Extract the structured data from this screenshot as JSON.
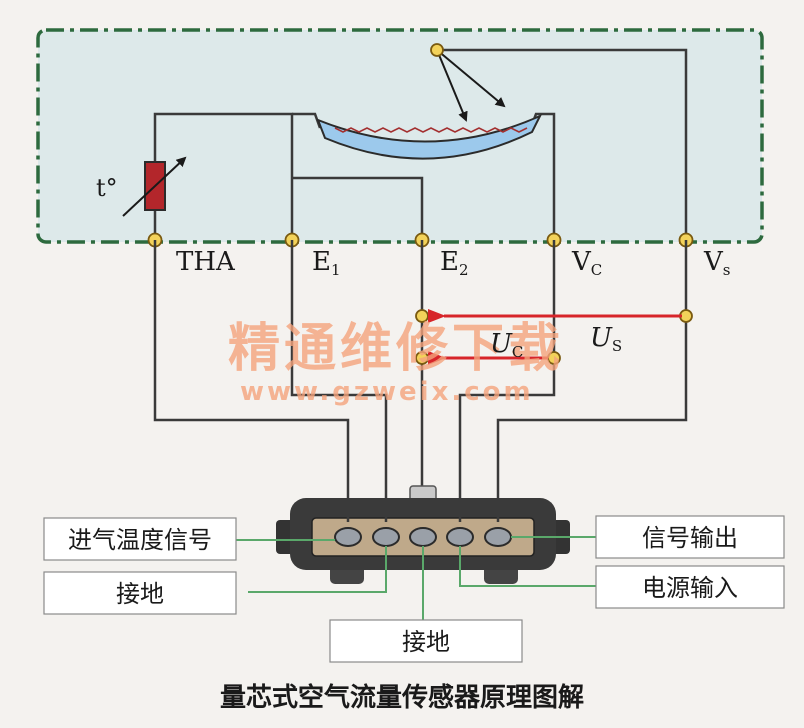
{
  "caption": "量芯式空气流量传感器原理图解",
  "watermark": {
    "text": "精通维修下载",
    "url": "www.gzweix.com"
  },
  "thermistor_label": "t°",
  "terminals": {
    "tha": "THA",
    "e1": {
      "base": "E",
      "sub": "1"
    },
    "e2": {
      "base": "E",
      "sub": "2"
    },
    "vc": {
      "base": "V",
      "sub": "C"
    },
    "vs": {
      "base": "V",
      "sub": "s"
    }
  },
  "voltages": {
    "uc": {
      "base": "U",
      "sub": "C"
    },
    "us": {
      "base": "U",
      "sub": "S"
    }
  },
  "connector_labels": {
    "intake_temp_signal": "进气温度信号",
    "ground_left": "接地",
    "ground_bottom": "接地",
    "signal_output": "信号输出",
    "power_input": "电源输入"
  },
  "colors": {
    "dashed_box": "#2d6a3e",
    "box_fill": "#dde9ea",
    "arrow_red": "#d7252a",
    "watermark": "#f4a27c",
    "thermistor": "#b3262b",
    "sensor_film": "#9cc9ec",
    "connector_body": "#3a3a3a",
    "callout_line": "#5aa86a"
  }
}
